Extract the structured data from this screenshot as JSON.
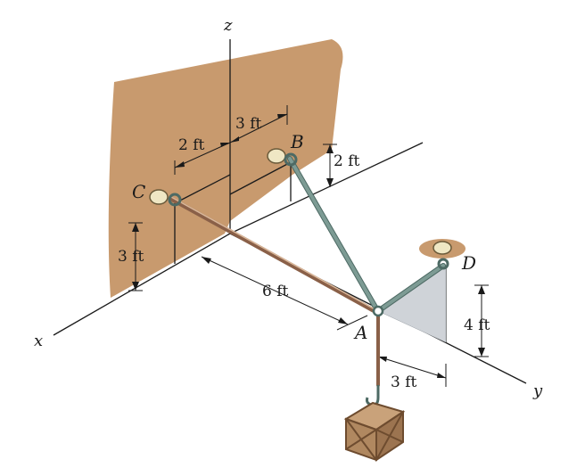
{
  "axes": {
    "x": "x",
    "y": "y",
    "z": "z"
  },
  "points": {
    "A": "A",
    "B": "B",
    "C": "C",
    "D": "D"
  },
  "dimensions": {
    "c_to_origin_horizontal": "2 ft",
    "origin_to_b_horizontal": "3 ft",
    "b_height": "2 ft",
    "c_height": "3 ft",
    "origin_to_a_along_x": "6 ft",
    "d_height": "4 ft",
    "a_to_d_along_y": "3 ft"
  },
  "colors": {
    "wall": "#c89a6e",
    "wall_shadow": "#b8865a",
    "cable": "#7d9b94",
    "cable_dark": "#4d6a64",
    "rope": "#8a6048",
    "triangle": "#cfd3d8",
    "crate": "#b08860",
    "crate_dark": "#6e4c2f",
    "line": "#1a1a1a"
  },
  "icons": {
    "eye_bolt": "eye-bolt-icon",
    "hook": "hook-icon",
    "crate": "crate-icon"
  }
}
